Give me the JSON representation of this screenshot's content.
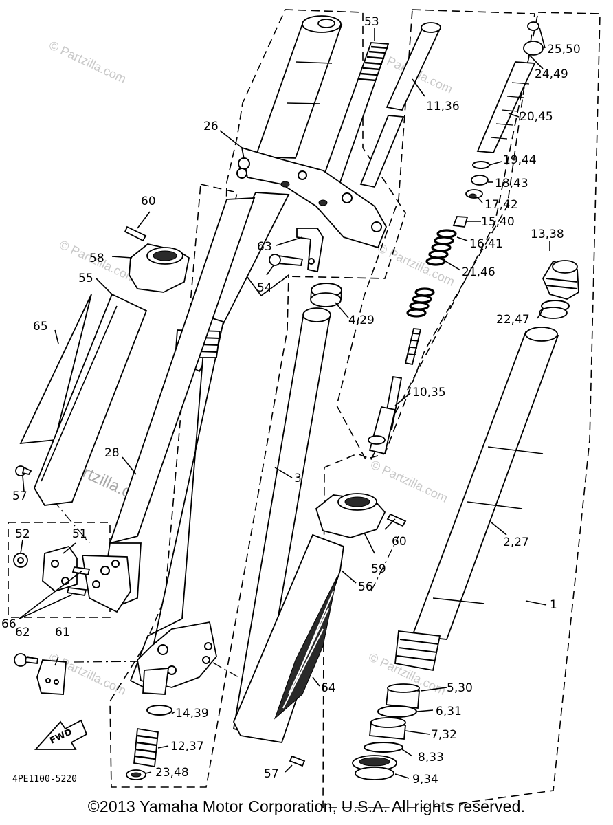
{
  "callouts": {
    "c53": "53",
    "c25_50": "25,50",
    "c24_49": "24,49",
    "c11_36": "11,36",
    "c20_45": "20,45",
    "c26": "26",
    "c19_44": "19,44",
    "c18_43": "18,43",
    "c17_42": "17,42",
    "c15_40": "15,40",
    "c60a": "60",
    "c13_38": "13,38",
    "c16_41": "16,41",
    "c63": "63",
    "c58": "58",
    "c21_46": "21,46",
    "c54": "54",
    "c55": "55",
    "c22_47": "22,47",
    "c4_29": "4,29",
    "c65": "65",
    "c10_35": "10,35",
    "c28": "28",
    "c3": "3",
    "c57a": "57",
    "c52": "52",
    "c51": "51",
    "c60b": "60",
    "c2_27": "2,27",
    "c59": "59",
    "c56": "56",
    "c1": "1",
    "c66": "66",
    "c62": "62",
    "c61": "61",
    "c64": "64",
    "c5_30": "5,30",
    "c6_31": "6,31",
    "c14_39": "14,39",
    "c7_32": "7,32",
    "c12_37": "12,37",
    "c8_33": "8,33",
    "c23_48": "23,48",
    "c57b": "57",
    "c9_34": "9,34"
  },
  "fwd_badge": "FWD",
  "diagram_code": "4PE1100-5220",
  "watermark": "© Partzilla.com",
  "watermark_big": "© Partzilla.com",
  "copyright": "©2013  Yamaha Motor Corporation, U.S.A. All rights reserved."
}
